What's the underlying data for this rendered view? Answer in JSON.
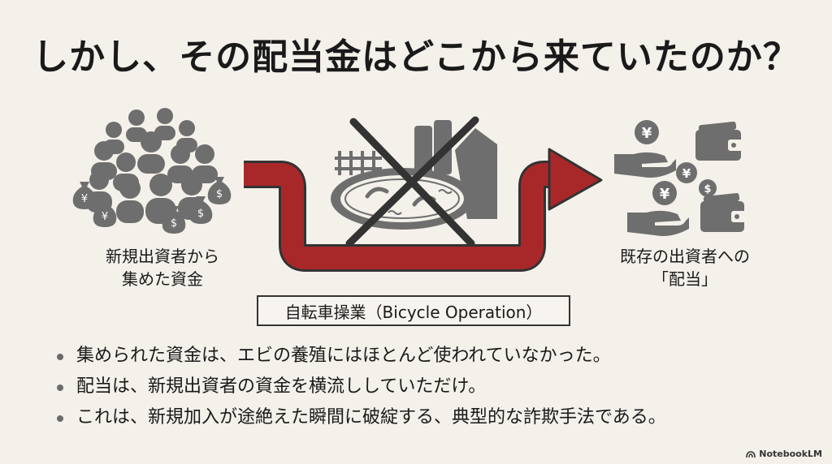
{
  "title": "しかし、その配当金はどこから来ていたのか？",
  "left_label": [
    "新規出資者から",
    "集めた資金"
  ],
  "right_label": [
    "既存の出資者への",
    "「配当」"
  ],
  "operation_box": "自転車操業（Bicycle Operation）",
  "bullets": [
    "集められた資金は、エビの養殖にはほとんど使われていなかった。",
    "配当は、新規出資者の資金を横流ししていただけ。",
    "これは、新規加入が途絶えた瞬間に破綻する、典型的な詐欺手法である。"
  ],
  "brand": "NotebookLM",
  "colors": {
    "arrow": "#a8282a",
    "icon_gray": "#6e6e6e",
    "background": "#f4f0ea",
    "cross": "#333333"
  },
  "icons": {
    "yen": "¥",
    "dollar": "$"
  }
}
